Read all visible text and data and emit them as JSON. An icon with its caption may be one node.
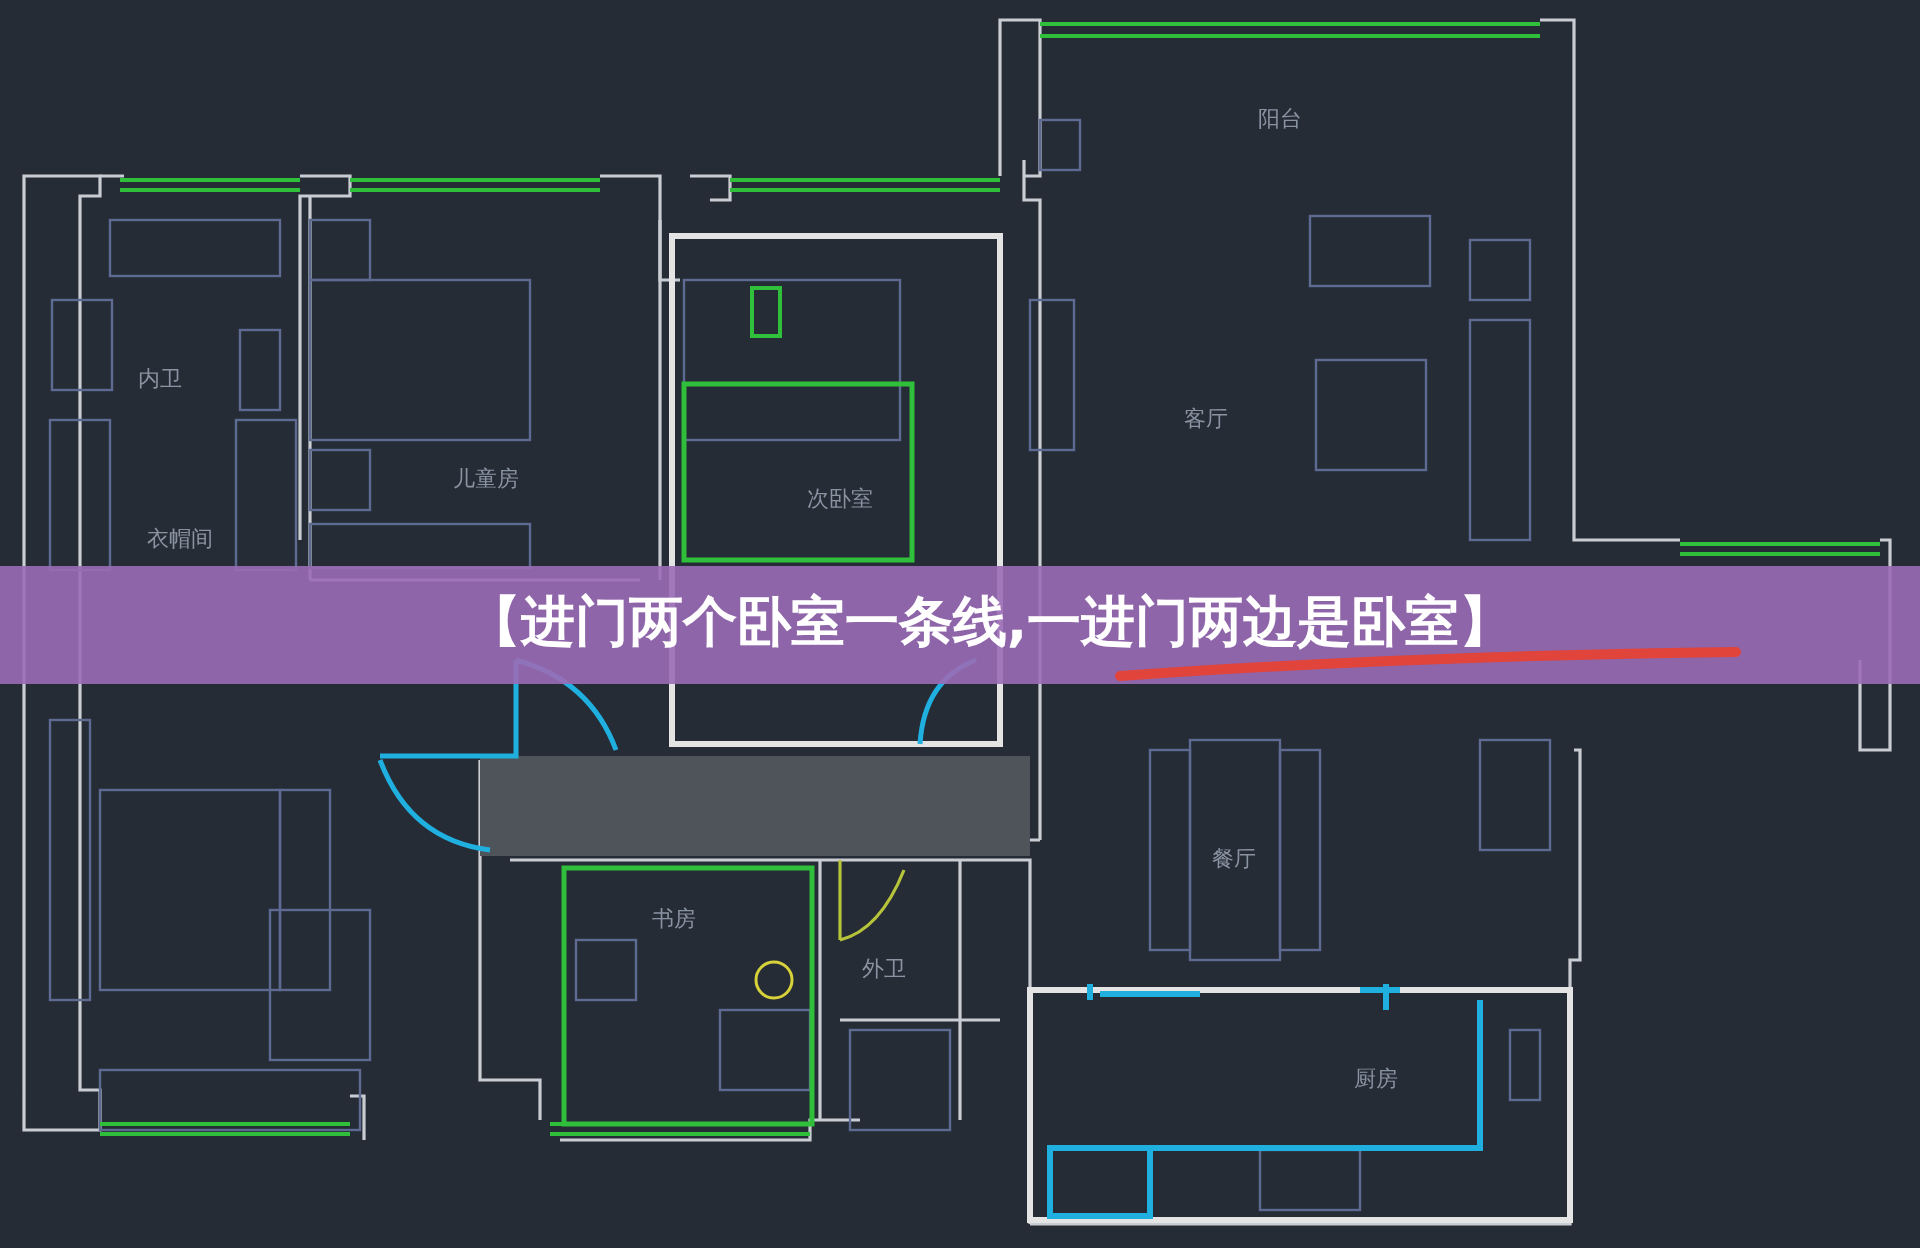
{
  "diagram": {
    "title": "【进门两个卧室一条线,一进门两边是卧室】",
    "labels": [
      "阳台",
      "内卫",
      "客厅",
      "儿童房",
      "次卧室",
      "衣帽间",
      "餐厅",
      "书房",
      "外卫",
      "厨房"
    ]
  }
}
